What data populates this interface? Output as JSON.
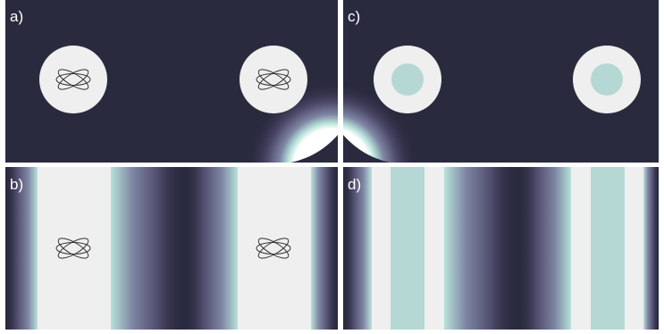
{
  "panels": [
    {
      "id": "a",
      "label": "a)",
      "geometry": "disk",
      "center": "atom-icon"
    },
    {
      "id": "b",
      "label": "b)",
      "geometry": "stripe",
      "center": "atom-icon"
    },
    {
      "id": "c",
      "label": "c)",
      "geometry": "disk",
      "center": "solid-core"
    },
    {
      "id": "d",
      "label": "d)",
      "geometry": "stripe",
      "center": "solid-core"
    }
  ],
  "colors": {
    "background_dark": "#2a2a3f",
    "glow_mid": "#5e5a80",
    "glow_teal": "#b7e2d9",
    "rim": "#ffffff",
    "interior": "#efefef",
    "core": "#b5d8d4",
    "outline": "#333333"
  }
}
